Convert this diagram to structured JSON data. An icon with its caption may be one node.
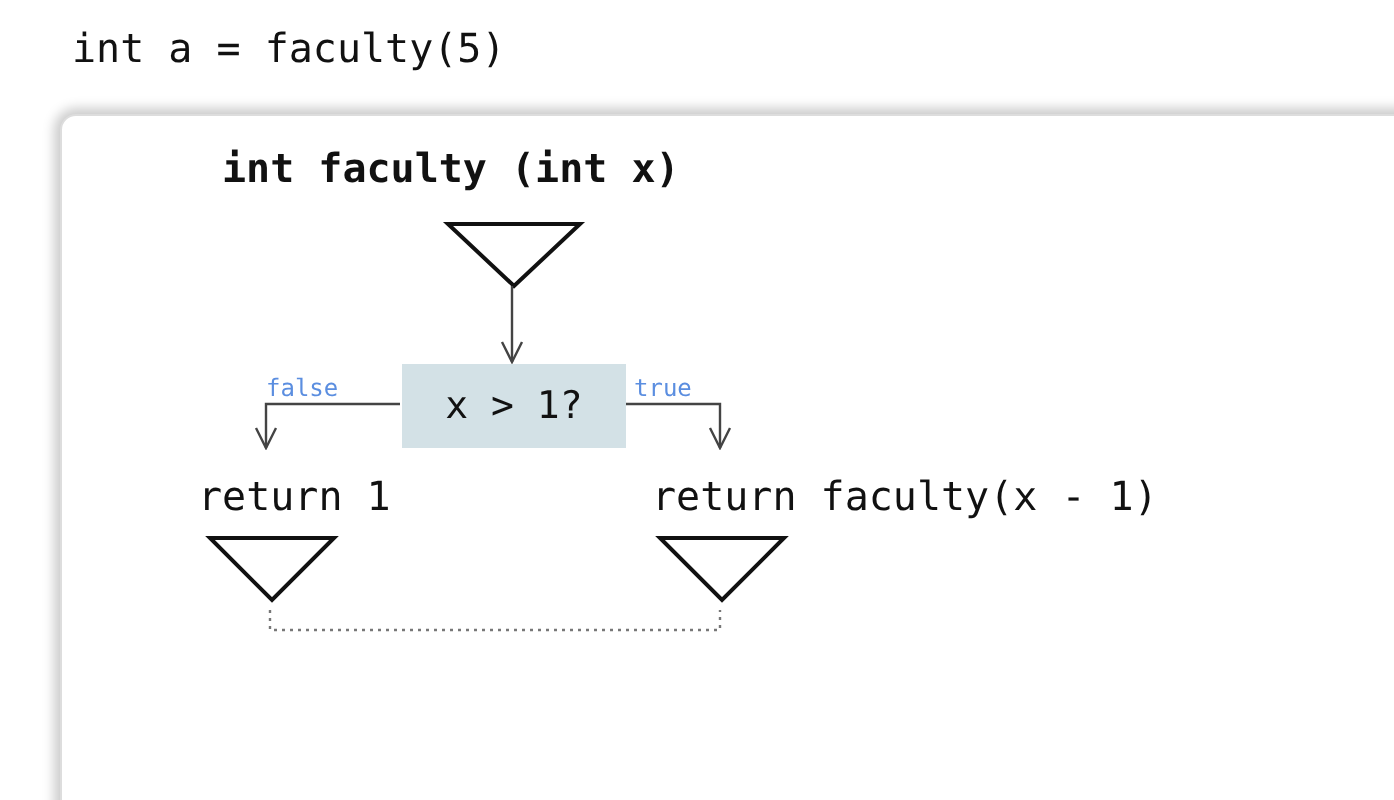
{
  "diagram": {
    "nodes": [
      {
        "text": [
          "int faculty (int x)"
        ]
      },
      {
        "text": [],
        "shape": "triangle",
        "in": 0
      },
      {
        "text": [
          "x > 1?"
        ],
        "in": 0
      },
      {
        "text": [
          "return 1"
        ],
        "in": 0
      },
      {
        "text": [
          "return faculty(x - 1)"
        ],
        "in": 0
      },
      {
        "text": [],
        "shape": "triangle",
        "in": 0
      },
      {
        "text": [],
        "shape": "triangle",
        "in": 0
      }
    ],
    "edges": [
      {
        "from": 1,
        "to": 2,
        "arrow": "to"
      },
      {
        "from": 2,
        "to": 3,
        "arrow": "to",
        "label": "false"
      },
      {
        "from": 2,
        "to": 4,
        "arrow": "to",
        "label": "true"
      },
      {
        "from": 5,
        "to": 6,
        "arrow": "none",
        "style": "dashed"
      }
    ],
    "labels": [
      "int a = faculty(5)"
    ]
  }
}
